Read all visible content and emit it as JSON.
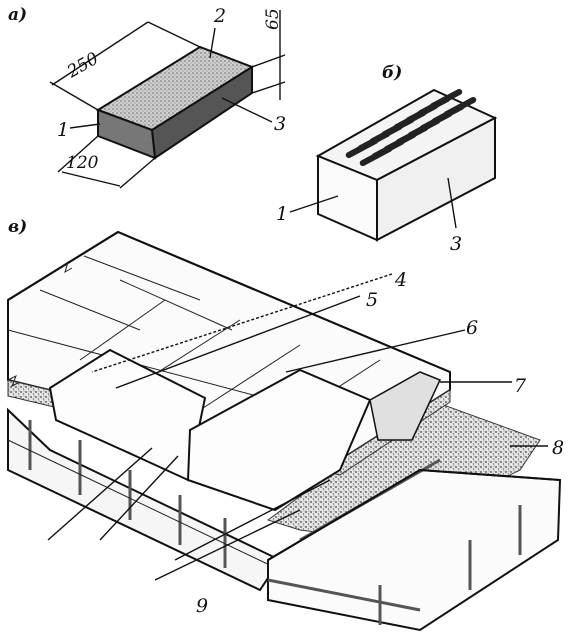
{
  "sections": {
    "a": "а)",
    "b": "б)",
    "v": "в)"
  },
  "dimensions": {
    "length": "250",
    "width": "120",
    "height": "65"
  },
  "labels_a": {
    "face1": "1",
    "face2": "2",
    "face3": "3"
  },
  "labels_b": {
    "face1": "1",
    "face3": "3"
  },
  "labels_v": {
    "n4": "4",
    "n5": "5",
    "n6": "6",
    "n7": "7",
    "n8": "8",
    "n9": "9"
  }
}
